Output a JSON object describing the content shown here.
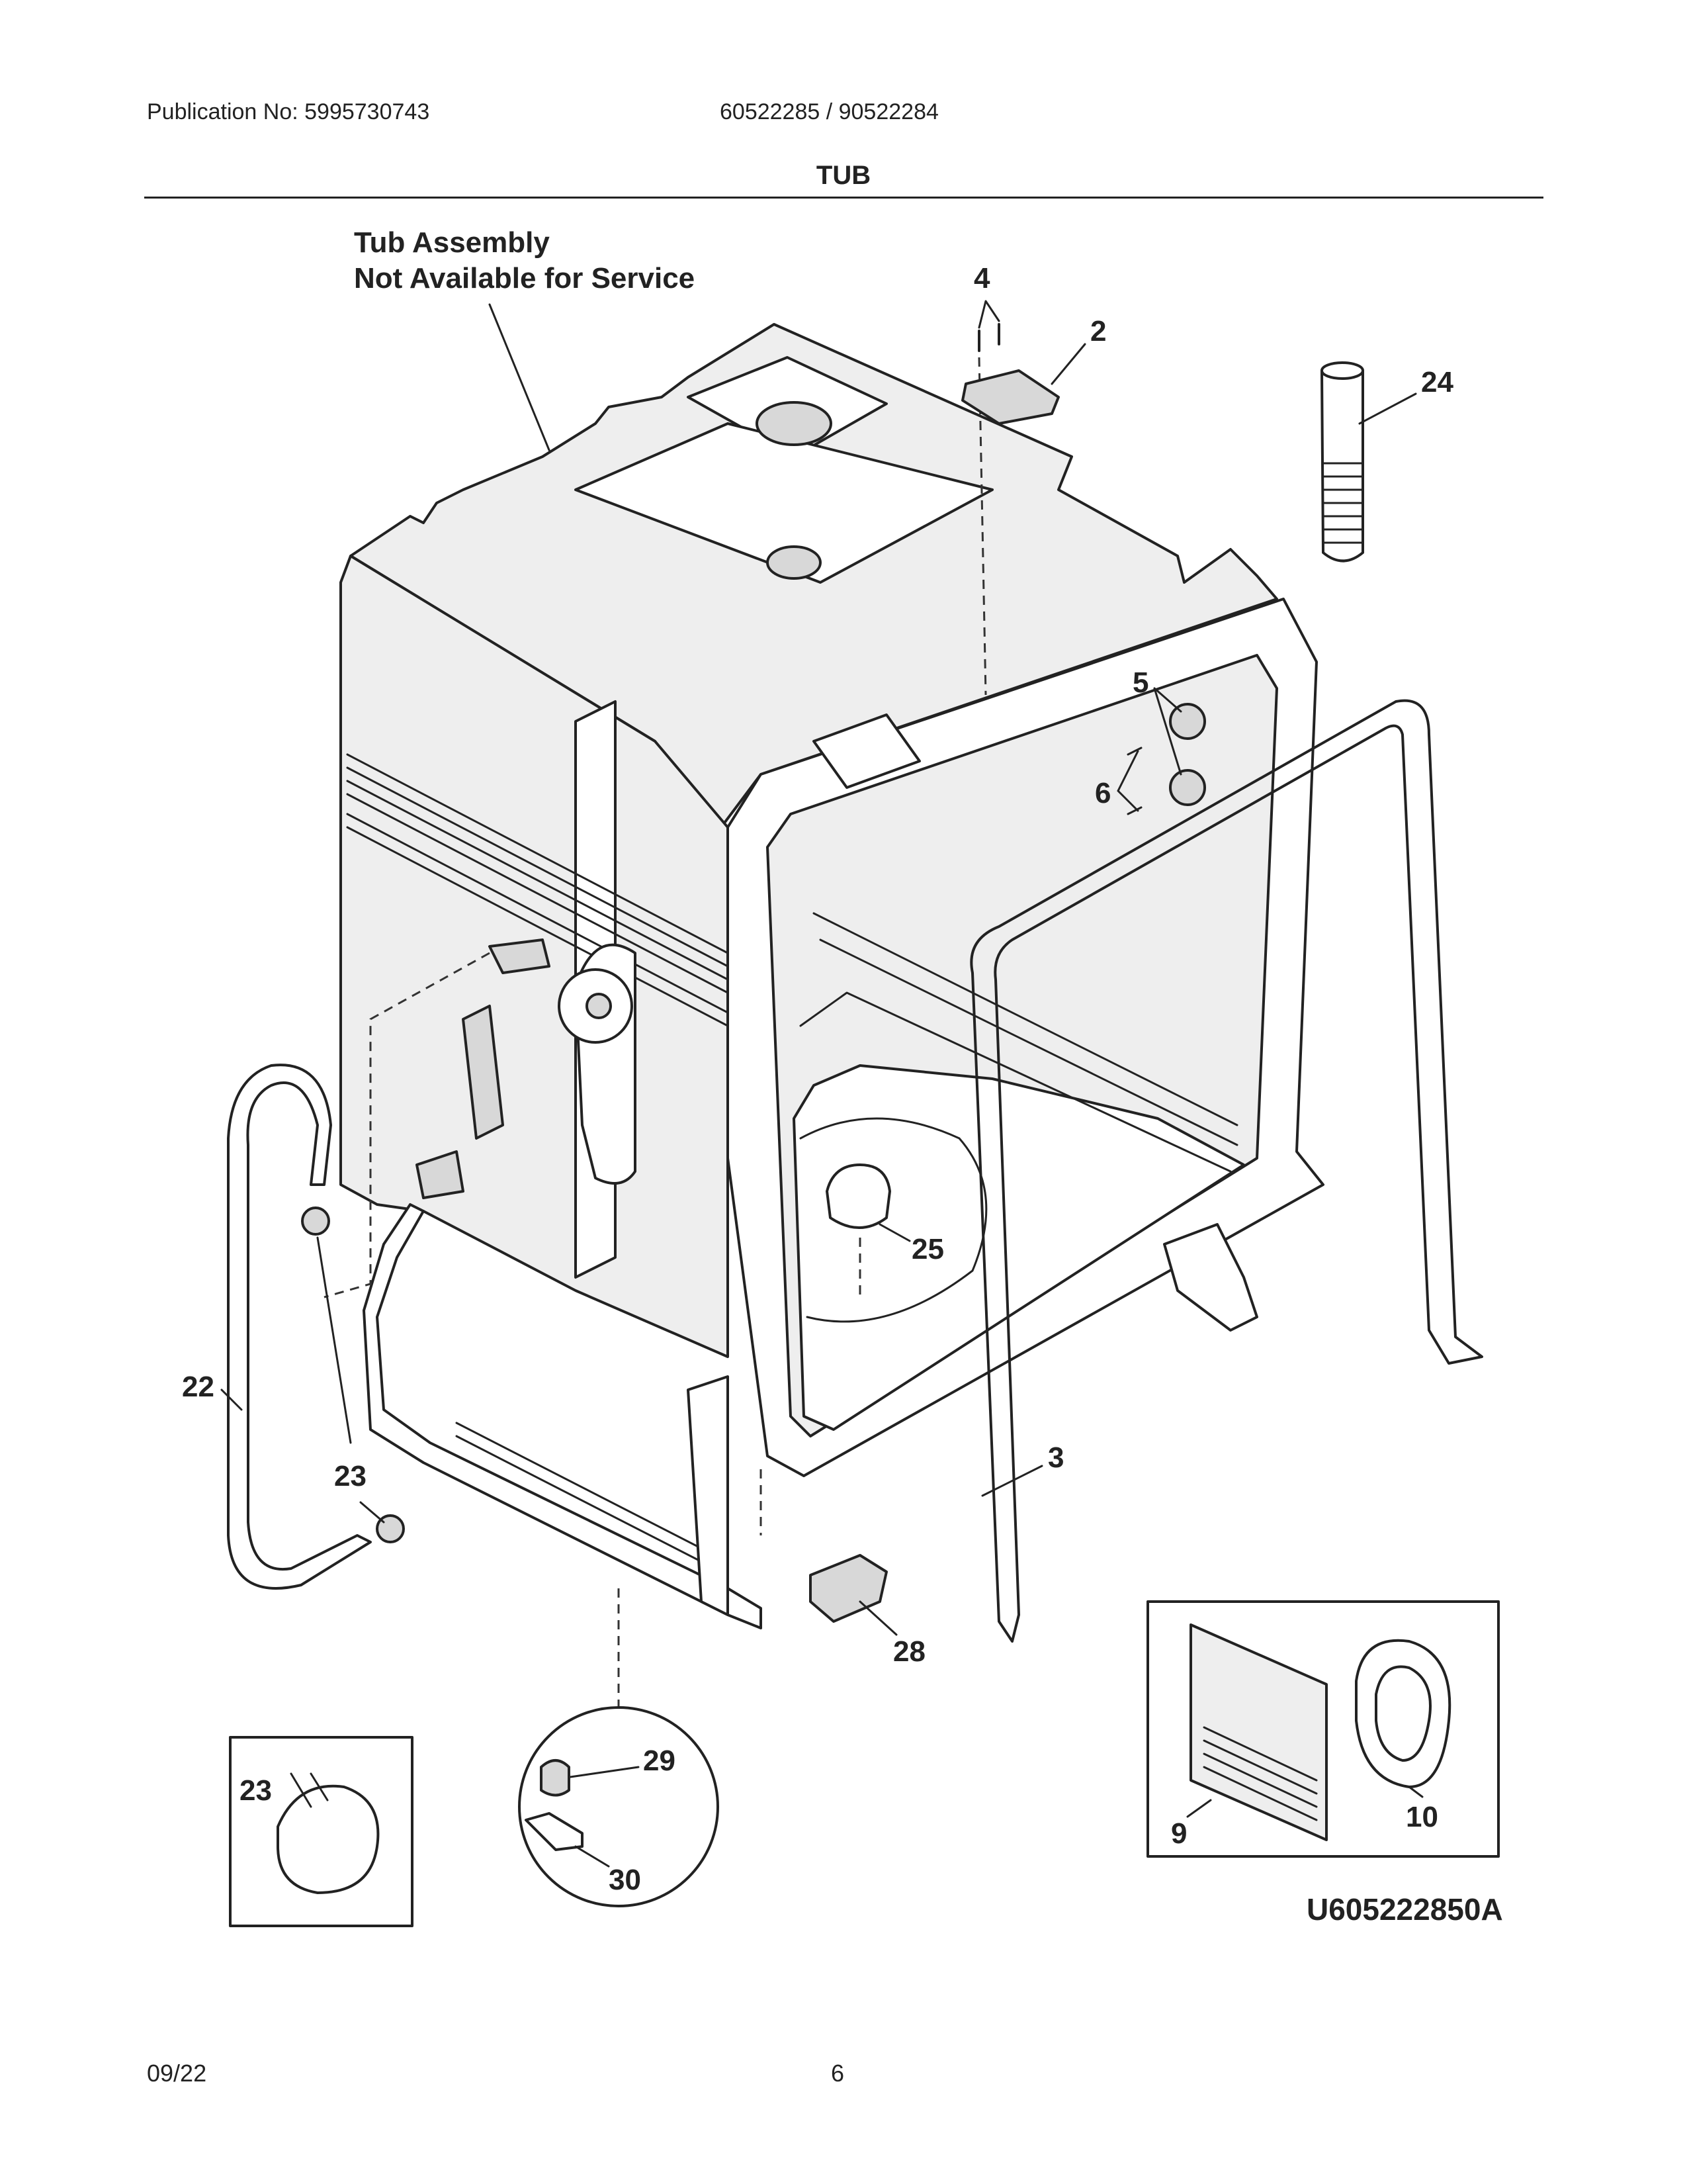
{
  "header": {
    "publication": "Publication No: 5995730743",
    "models": "60522285 / 90522284",
    "section_title": "TUB"
  },
  "diagram": {
    "note_line1": "Tub Assembly",
    "note_line2": "Not Available for Service",
    "drawing_code": "U605222850A",
    "callouts": {
      "c2": "2",
      "c3": "3",
      "c4": "4",
      "c5": "5",
      "c6": "6",
      "c9": "9",
      "c10": "10",
      "c22": "22",
      "c23": "23",
      "c23_inset": "23",
      "c24": "24",
      "c25": "25",
      "c28": "28",
      "c29": "29",
      "c30": "30"
    }
  },
  "footer": {
    "date": "09/22",
    "page": "6"
  }
}
